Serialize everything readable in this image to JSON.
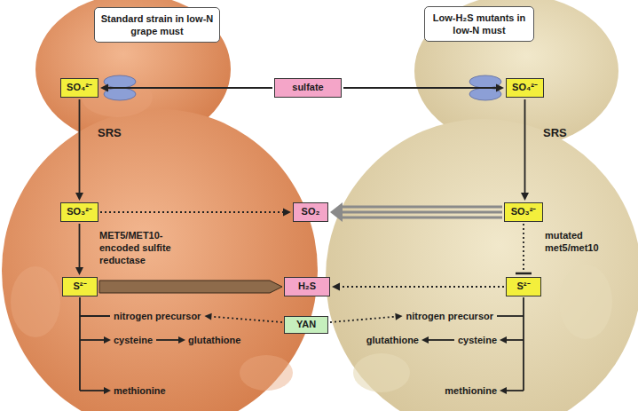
{
  "diagram": {
    "nodes": [
      {
        "text": [
          "Standard strain in low-N grape must"
        ]
      },
      {
        "text": [
          "Low-H₂S mutants in low-N must"
        ]
      },
      {
        "text": [
          "sulfate"
        ]
      },
      {
        "text": [
          "SO₄²⁻"
        ]
      },
      {
        "text": [
          "SO₄²⁻"
        ]
      },
      {
        "text": [
          "SO₃²⁻"
        ]
      },
      {
        "text": [
          "SO₂"
        ]
      },
      {
        "text": [
          "SO₃²⁻"
        ]
      },
      {
        "text": [
          "S²⁻"
        ]
      },
      {
        "text": [
          "H₂S"
        ]
      },
      {
        "text": [
          "S²⁻"
        ]
      },
      {
        "text": [
          "YAN"
        ]
      }
    ],
    "edges": [
      {
        "from": 2,
        "to": 3,
        "arrow": "to"
      },
      {
        "from": 2,
        "to": 4,
        "arrow": "to"
      },
      {
        "from": 3,
        "to": 5,
        "arrow": "to",
        "label": "SRS"
      },
      {
        "from": 4,
        "to": 7,
        "arrow": "to",
        "label": "SRS"
      },
      {
        "from": 5,
        "to": 6,
        "arrow": "to"
      },
      {
        "from": 7,
        "to": 6,
        "arrow": "to"
      },
      {
        "from": 5,
        "to": 8,
        "arrow": "to",
        "label": "MET5/MET10-encoded sulfite reductase"
      },
      {
        "from": 8,
        "to": 9,
        "arrow": "to"
      },
      {
        "from": 7,
        "to": 10,
        "arrow": "to",
        "label": "mutated met5/met10"
      },
      {
        "from": 10,
        "to": 9,
        "arrow": "to"
      }
    ],
    "labels": [
      "nitrogen precursor",
      "cysteine",
      "glutathione",
      "methionine",
      "nitrogen precursor",
      "glutathione",
      "cysteine",
      "methionine"
    ]
  }
}
